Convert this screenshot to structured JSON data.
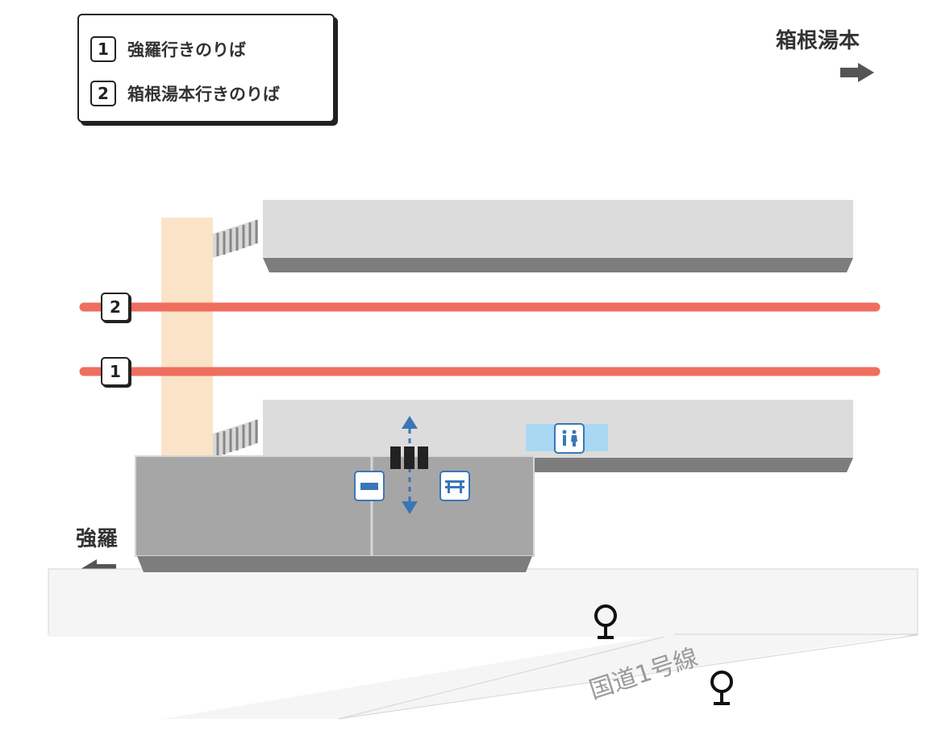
{
  "legend": {
    "items": [
      {
        "number": "1",
        "label": "強羅行きのりば"
      },
      {
        "number": "2",
        "label": "箱根湯本行きのりば"
      }
    ]
  },
  "destinations": {
    "right": {
      "label": "箱根湯本"
    },
    "left": {
      "label": "強羅"
    }
  },
  "tracks": [
    {
      "number": "2"
    },
    {
      "number": "1"
    }
  ],
  "road": {
    "label": "国道1号線"
  },
  "icons": {
    "ticket_gate": "ticket-gate-icon",
    "ticket_machine": "ticket-machine-icon",
    "bench": "bench-icon",
    "restroom": "restroom-icon",
    "bus_stop": "bus-stop-icon"
  },
  "colors": {
    "track": "#ef6e5e",
    "overpass": "#fbe3c8",
    "platform_top": "#dcdcdc",
    "platform_edge": "#7d7d7d",
    "station_building": "#a6a6a6",
    "route_arrow": "#3a76b6",
    "restroom_zone": "#a9d8f2",
    "road": "#f5f5f5"
  }
}
